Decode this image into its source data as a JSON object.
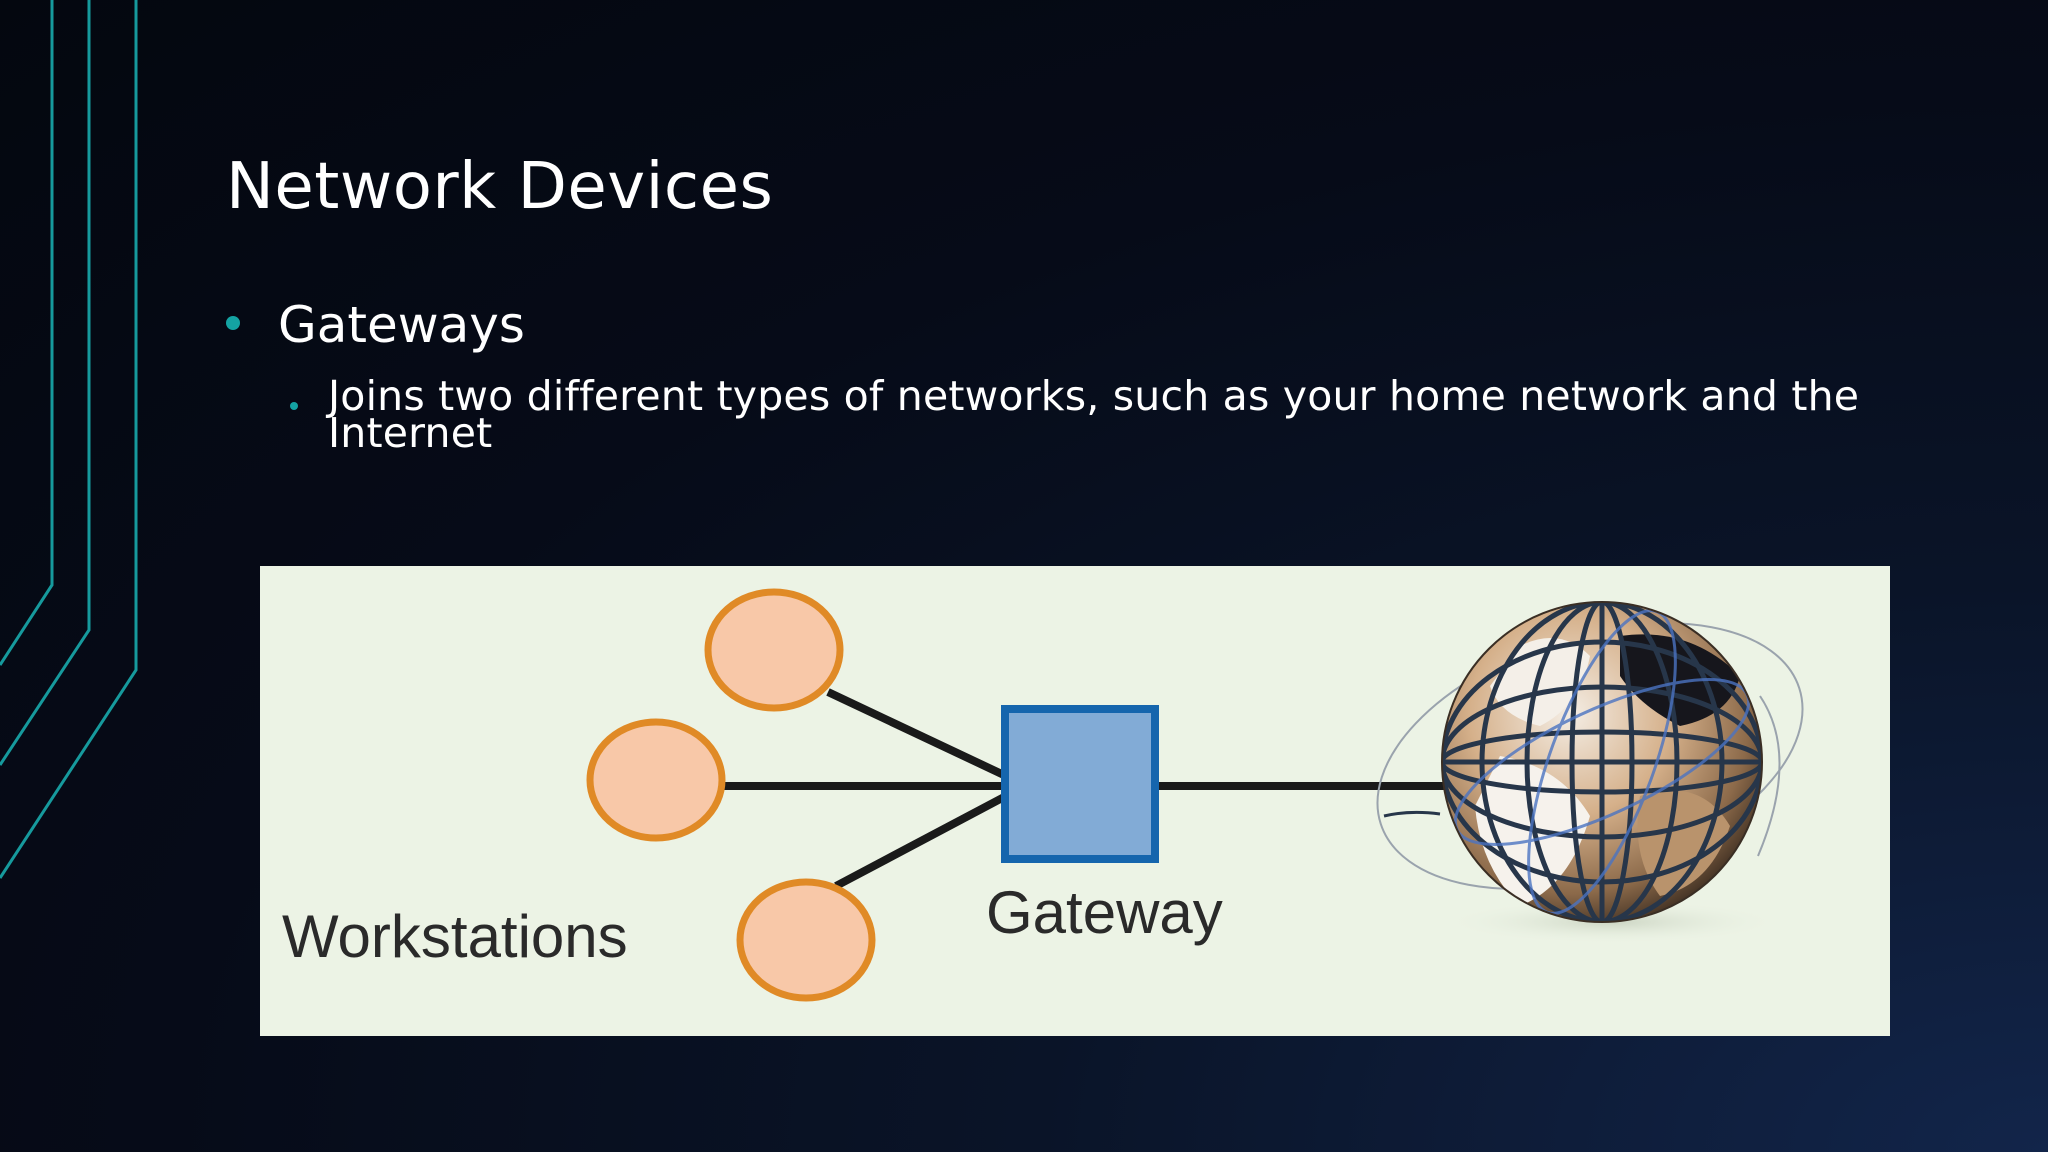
{
  "slide": {
    "title": "Network Devices",
    "bullets": [
      {
        "text": "Gateways",
        "sub": [
          "Joins two different types of networks, such as your home network and the Internet"
        ]
      }
    ]
  },
  "diagram": {
    "workstations_label": "Workstations",
    "gateway_label": "Gateway",
    "node_count": 3,
    "internet_icon": "globe-icon"
  },
  "colors": {
    "accent": "#14a3a3",
    "workstation_fill": "#f8c8a8",
    "workstation_stroke": "#e08a26",
    "gateway_fill": "#82abd6",
    "gateway_stroke": "#1565ad",
    "diagram_bg": "#ecf3e5"
  }
}
